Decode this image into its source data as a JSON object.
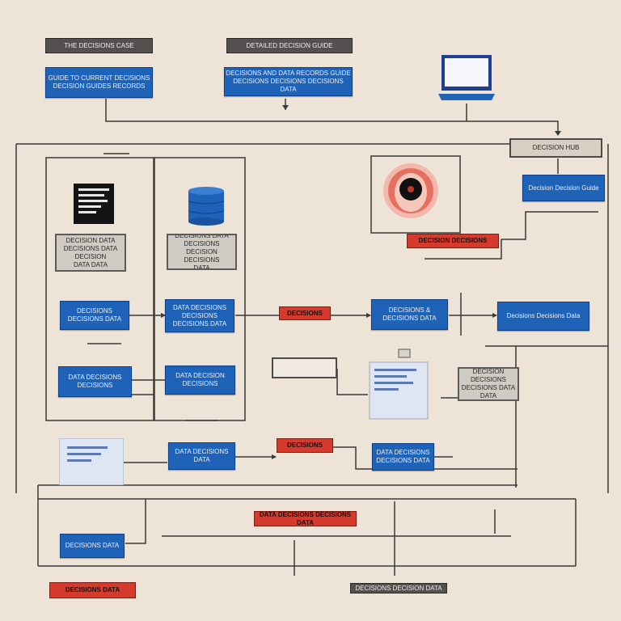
{
  "top_headers": [
    "THE DECISIONS CASE",
    "DETAILED DECISION GUIDE"
  ],
  "top_boxes": [
    "GUIDE TO CURRENT DECISIONS\nDECISION GUIDES RECORDS",
    "DECISIONS AND DATA RECORDS GUIDE\nDECISIONS DECISIONS DECISIONS DATA"
  ],
  "right_header": "DECISION HUB",
  "right_box": "Decision Decision Guide",
  "doc_caption": "DECISION DATA\nDECISIONS DATA DECISION\nDATA DATA",
  "db_caption": "DECISIONS DATA\nDECISIONS\nDECISION DECISIONS\nDATA",
  "hub_label": "DECISION DECISIONS",
  "flow_left_1": "DECISIONS\nDECISIONS DATA",
  "flow_left_2": "DATA DECISIONS\nDECISIONS",
  "flow_mid_1": "DATA DECISIONS\nDECISIONS DECISIONS DATA",
  "flow_mid_2": "DATA DECISION DECISIONS",
  "flow_red_1": "DECISIONS",
  "flow_right_1": "DECISIONS &\nDECISIONS DATA",
  "flow_far_right": "Decisions Decisions Data",
  "side_caption": "DECISIONS\nDECISION DECISIONS\nDECISIONS DATA DATA\nDATA",
  "bottom_mid": "DATA DECISIONS DATA",
  "bottom_red": "DECISIONS",
  "bottom_right": "DATA DECISIONS\nDECISIONS DATA",
  "footer_red_center": "DATA DECISIONS DECISIONS DATA",
  "footer_blue": "DECISIONS DATA",
  "footer_red_left": "DECISIONS DATA",
  "footer_dark": "DECISIONS DECISION DATA"
}
